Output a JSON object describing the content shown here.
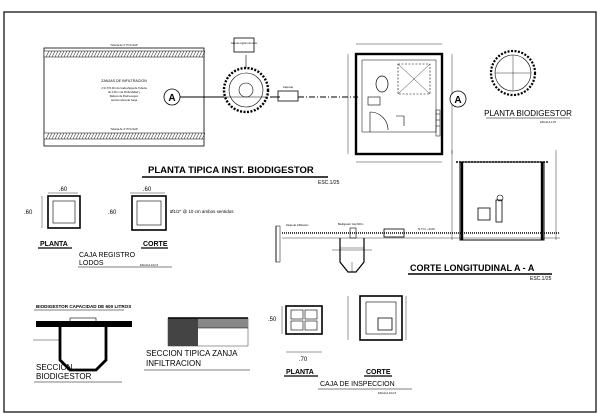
{
  "titles": {
    "plan_main": "PLANTA TIPICA INST. BIODIGESTOR",
    "plan_main_scale": "ESC.1/25",
    "plan_biodigestor": "PLANTA BIODIGESTOR",
    "plan_biodigestor_scale": "ESCALA 1:25",
    "longitudinal": "CORTE LONGITUDINAL A - A",
    "longitudinal_scale": "ESC.1/25",
    "caja_registro": "CAJA REGISTRO",
    "caja_registro_sub": "LODOS",
    "caja_registro_scale": "ESCALA 1/12.5",
    "caja_planta": "PLANTA",
    "caja_corte": "CORTE",
    "capacity": "BIODIGESTOR CAPACIDAD DE 600 LITROS",
    "seccion_biodigestor_1": "SECCION",
    "seccion_biodigestor_2": "BIODIGESTOR",
    "seccion_zanja_1": "SECCION TIPICA ZANJA",
    "seccion_zanja_2": "INFILTRACION",
    "inspeccion_planta": "PLANTA",
    "inspeccion_corte": "CORTE",
    "inspeccion_title": "CAJA DE INSPECCION",
    "inspeccion_scale": "ESCALA 1/12.5",
    "section_marker": "A"
  },
  "zanjas": {
    "title": "ZANJAS DE INFILTRACION",
    "note_lines": [
      "4 % X=5.00 mts Cada Zanja de Tuberia",
      "de 2.00 m de Profundidad y",
      "Relleno de Piedra segun",
      "seccion tipica de zanja"
    ],
    "top_label": "Tuberia de 4\" PVC-SAP",
    "bottom_label": "Tuberia de 4\" PVC-SAP"
  },
  "labels": {
    "caja_valv": "Caja de registro de lodos",
    "caja_tap": "Caja tap",
    "rebar": "Ø1/2\" @ 10 cm ambos sentidos",
    "dim_60": ".60",
    "dim_50": ".50",
    "dim_70": ".70",
    "ntn": "N.T.N. +0.00",
    "long_left": "Zanja de infiltracion",
    "long_mid": "Biodigestor Cap 600 L"
  }
}
